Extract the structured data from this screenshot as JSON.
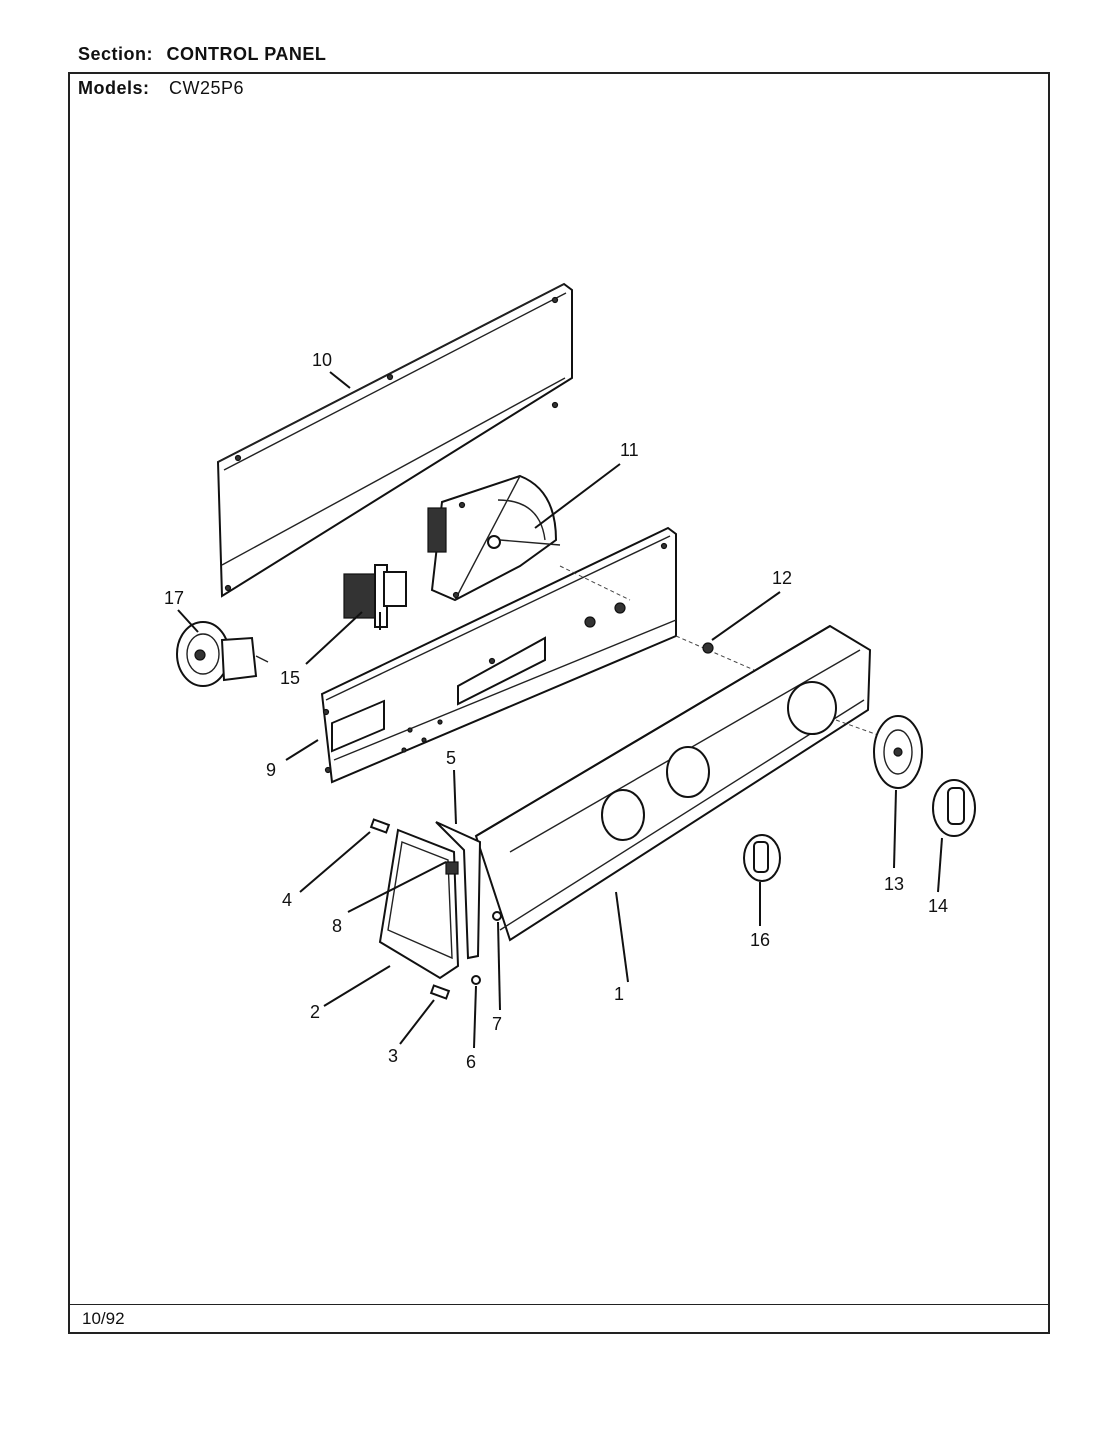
{
  "header": {
    "section_label": "Section:",
    "section_value": "CONTROL PANEL",
    "models_label": "Models:",
    "models_value": "CW25P6"
  },
  "footer": {
    "date": "10/92"
  },
  "callouts": [
    "1",
    "2",
    "3",
    "4",
    "5",
    "6",
    "7",
    "8",
    "9",
    "10",
    "11",
    "12",
    "13",
    "14",
    "15",
    "16",
    "17"
  ]
}
